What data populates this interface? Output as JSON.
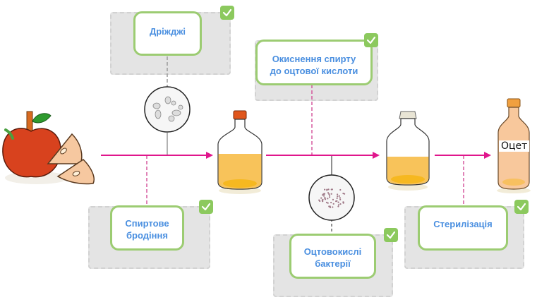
{
  "diagram": {
    "title": "",
    "cards": [
      {
        "id": "yeast",
        "lines": [
          "Дріжджі"
        ],
        "checked": true
      },
      {
        "id": "oxidation",
        "lines": [
          "Окиснення спирту",
          "до оцтової кислоти"
        ],
        "checked": true
      },
      {
        "id": "fermentation",
        "lines": [
          "Спиртове",
          "бродіння"
        ],
        "checked": true
      },
      {
        "id": "bacteria",
        "lines": [
          "Оцтовокислі",
          "бактерії"
        ],
        "checked": true
      },
      {
        "id": "sterilization",
        "lines": [
          "Стерилізація"
        ],
        "checked": true
      }
    ],
    "bottle_label": "Оцет",
    "icons": {
      "apple": "apple-icon",
      "yeast_microscope": "yeast-cells-icon",
      "bacteria_microscope": "bacteria-icon",
      "bottle_cider": "bottle-icon",
      "jug_fermenting": "jug-icon",
      "bottle_vinegar": "vinegar-bottle-icon",
      "check": "check-icon"
    },
    "colors": {
      "arrow": "#e0168c",
      "card_border": "#9ccc72",
      "card_text": "#4a8fe0",
      "check_bg": "#8cc95e",
      "drop_zone": "#e4e4e4"
    }
  }
}
